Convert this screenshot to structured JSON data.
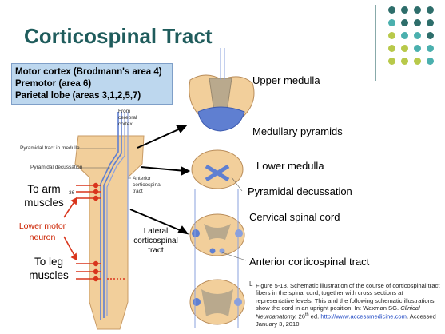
{
  "title": "Corticospinal Tract",
  "cortex_box": {
    "line1": "Motor cortex (Brodmann's area 4)",
    "line2": "Premotor (area 6)",
    "line3": "Parietal lobe (areas 3,1,2,5,7)"
  },
  "figure_labels": {
    "from_cerebral_cortex": [
      "From",
      "cerebral",
      "cortex"
    ],
    "pyramidal_tract_medulla": "Pyramidal tract in medulla",
    "pyramidal_decussation": "Pyramidal decussation",
    "anterior_cst": [
      "Anterior",
      "corticospinal",
      "tract"
    ],
    "number_36": "36"
  },
  "left_labels": {
    "to_arm": [
      "To arm",
      "muscles"
    ],
    "lower_motor": [
      "Lower motor",
      "neuron"
    ],
    "to_leg": [
      "To leg",
      "muscles"
    ]
  },
  "lateral_cst": [
    "Lateral",
    "corticospinal",
    "tract"
  ],
  "section_labels": {
    "upper_medulla": "Upper medulla",
    "medullary_pyramids": "Medullary pyramids",
    "lower_medulla": "Lower medulla",
    "pyramidal_decussation": "Pyramidal decussation",
    "cervical_cord": "Cervical spinal cord",
    "anterior_cst": "Anterior corticospinal tract"
  },
  "section_letter": "L",
  "caption": {
    "part1": "Figure 5-13. Schematic illustration of the course of corticospinal tract fibers in the spinal cord, together with cross sections at representative levels. This and the following schematic illustrations show the cord in an upright position. In: Waxman SG.",
    "book": "Clinical Neuroanatomy.",
    "edition_num": "26",
    "edition_sup": "th",
    "edition_rest": "ed.",
    "link": "http://www.accessmedicine.com",
    "accessed": "Accessed January 3, 2010."
  },
  "colors": {
    "title": "#1f5c5c",
    "dot_dark": "#2e6e6b",
    "dot_teal": "#4bb0ae",
    "dot_lime": "#b8c94a",
    "tract_blue": "#5f7fd1",
    "cord": "#f2cf9b",
    "arrow_red": "#d9351c"
  }
}
